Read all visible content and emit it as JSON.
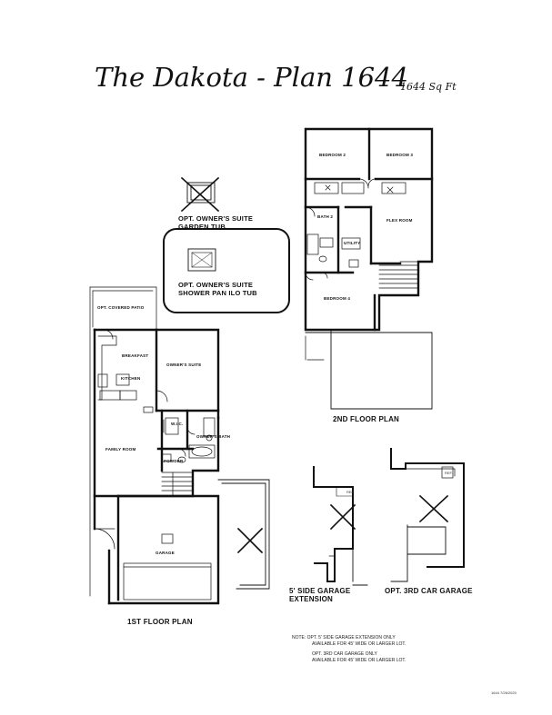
{
  "header": {
    "title": "The Dakota - Plan 1644",
    "sqft": "1644 Sq Ft"
  },
  "first_floor": {
    "caption": "1ST FLOOR PLAN",
    "rooms": {
      "patio": "OPT. COVERED PATIO",
      "breakfast": "BREAKFAST",
      "kitchen": "KITCHEN",
      "owners_suite": "OWNER'S SUITE",
      "wic": "W.I.C.",
      "owners_bath": "OWNER'S BATH",
      "family_room": "FAMILY ROOM",
      "powder": "POWDER",
      "garage": "GARAGE"
    }
  },
  "second_floor": {
    "caption": "2ND FLOOR PLAN",
    "rooms": {
      "bedroom2": "BEDROOM 2",
      "bedroom3": "BEDROOM 3",
      "bath2": "BATH 2",
      "utility": "UTILITY",
      "flex": "FLEX ROOM",
      "bedroom4": "BEDROOM 4"
    }
  },
  "options": {
    "garden_tub_1": "OPT. OWNER'S SUITE",
    "garden_tub_2": "GARDEN TUB",
    "shower_1": "OPT. OWNER'S SUITE",
    "shower_2": "SHOWER PAN ILO TUB",
    "side_garage_1": "5' SIDE GARAGE",
    "side_garage_2": "EXTENSION",
    "third_car": "OPT. 3RD CAR GARAGE",
    "ref_label": "REF."
  },
  "notes": {
    "line1": "NOTE: OPT. 5' SIDE GARAGE EXTENSION ONLY",
    "line2": "AVAILABLE FOR 45' WIDE OR LARGER LOT.",
    "line3": "OPT. 3RD CAR GARAGE ONLY",
    "line4": "AVAILABLE FOR 45' WIDE OR LARGER LOT.",
    "footer": "1644  7/26/2020"
  }
}
